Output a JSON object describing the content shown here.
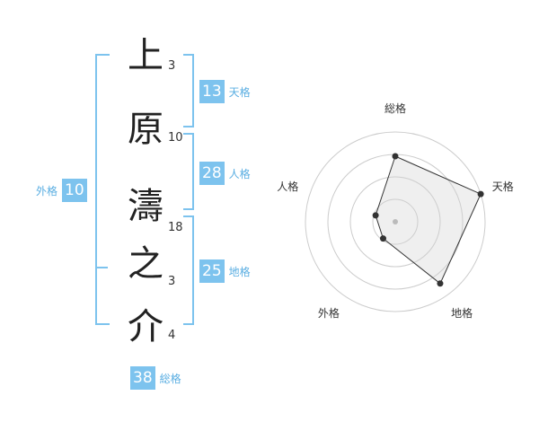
{
  "name": {
    "chars": [
      {
        "char": "上",
        "strokes": "3"
      },
      {
        "char": "原",
        "strokes": "10"
      },
      {
        "char": "濤",
        "strokes": "18"
      },
      {
        "char": "之",
        "strokes": "3"
      },
      {
        "char": "介",
        "strokes": "4"
      }
    ]
  },
  "kaku": {
    "tenkaku": {
      "value": "13",
      "label": "天格"
    },
    "jinkaku": {
      "value": "28",
      "label": "人格"
    },
    "chikaku": {
      "value": "25",
      "label": "地格"
    },
    "gaikaku": {
      "value": "10",
      "label": "外格"
    },
    "soukaku": {
      "value": "38",
      "label": "総格"
    }
  },
  "colors": {
    "accent": "#7dc3ee",
    "accent_text": "#5aaee2"
  },
  "chart_data": {
    "type": "radar",
    "axes": [
      "総格",
      "天格",
      "地格",
      "外格",
      "人格"
    ],
    "values": [
      0.73,
      1.0,
      0.85,
      0.23,
      0.23
    ],
    "rings": 4
  }
}
